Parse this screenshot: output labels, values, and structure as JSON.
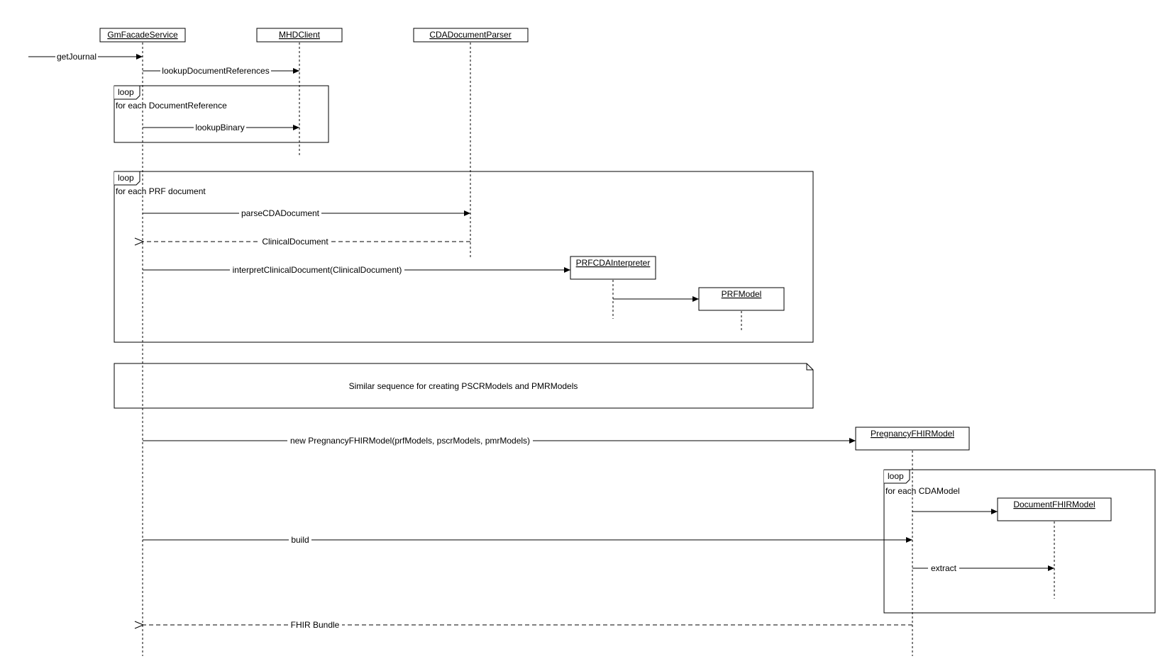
{
  "participants": {
    "gm_facade": "GmFacadeService",
    "mhd_client": "MHDClient",
    "cda_parser": "CDADocumentParser",
    "prf_interpreter": "PRFCDAInterpreter",
    "prf_model": "PRFModel",
    "pregnancy_model": "PregnancyFHIRModel",
    "document_model": "DocumentFHIRModel"
  },
  "messages": {
    "get_journal": "getJournal",
    "lookup_doc_refs": "lookupDocumentReferences",
    "lookup_binary": "lookupBinary",
    "parse_cda": "parseCDADocument",
    "clinical_document": "ClinicalDocument",
    "interpret": "interpretClinicalDocument(ClinicalDocument)",
    "new_pregnancy": "new PregnancyFHIRModel(prfModels, pscrModels, pmrModels)",
    "build": "build",
    "extract": "extract",
    "fhir_bundle": "FHIR Bundle"
  },
  "loops": {
    "doc_ref": {
      "tag": "loop",
      "guard": "for each DocumentReference"
    },
    "prf_doc": {
      "tag": "loop",
      "guard": "for each PRF document"
    },
    "cda_model": {
      "tag": "loop",
      "guard": "for each CDAModel"
    }
  },
  "note": {
    "text": "Similar sequence for creating PSCRModels and PMRModels"
  }
}
